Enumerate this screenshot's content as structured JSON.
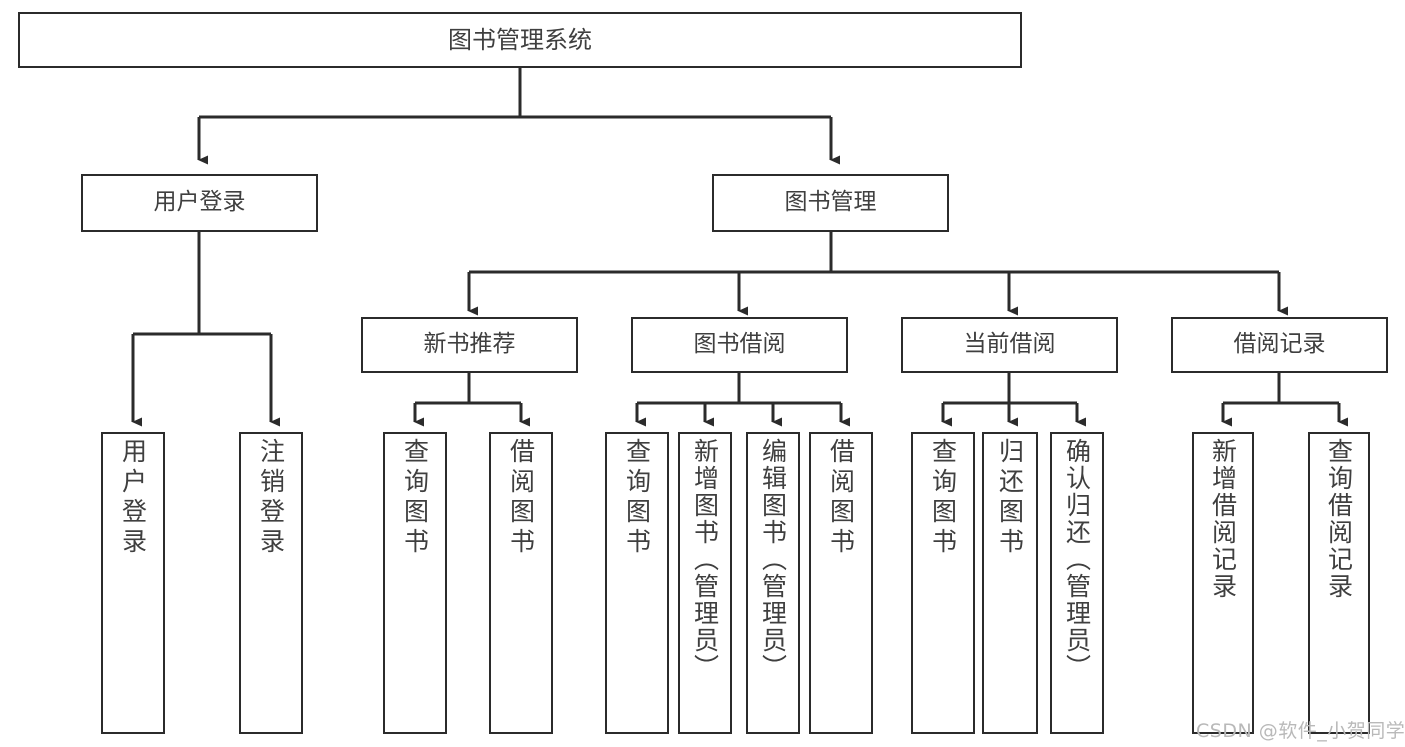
{
  "diagram": {
    "title": "图书管理系统",
    "type": "functional-structure-tree",
    "background_color": "#ffffff",
    "line_color": "#2b2b2b",
    "text_color": "#3f3f3f",
    "root": {
      "label": "图书管理系统"
    },
    "level1": [
      {
        "label": "用户登录"
      },
      {
        "label": "图书管理"
      }
    ],
    "level2": [
      {
        "label": "新书推荐"
      },
      {
        "label": "图书借阅"
      },
      {
        "label": "当前借阅"
      },
      {
        "label": "借阅记录"
      }
    ],
    "leaves": {
      "user_login": [
        {
          "label": "用户登录"
        },
        {
          "label": "注销登录"
        }
      ],
      "new_book_recommend": [
        {
          "label": "查询图书"
        },
        {
          "label": "借阅图书"
        }
      ],
      "book_borrow": [
        {
          "label": "查询图书"
        },
        {
          "label": "新增图书（管理员）"
        },
        {
          "label": "编辑图书（管理员）"
        },
        {
          "label": "借阅图书"
        }
      ],
      "current_borrow": [
        {
          "label": "查询图书"
        },
        {
          "label": "归还图书"
        },
        {
          "label": "确认归还（管理员）"
        }
      ],
      "borrow_record": [
        {
          "label": "新增借阅记录"
        },
        {
          "label": "查询借阅记录"
        }
      ]
    }
  },
  "watermark": {
    "text": "CSDN @软件_小贺同学"
  }
}
